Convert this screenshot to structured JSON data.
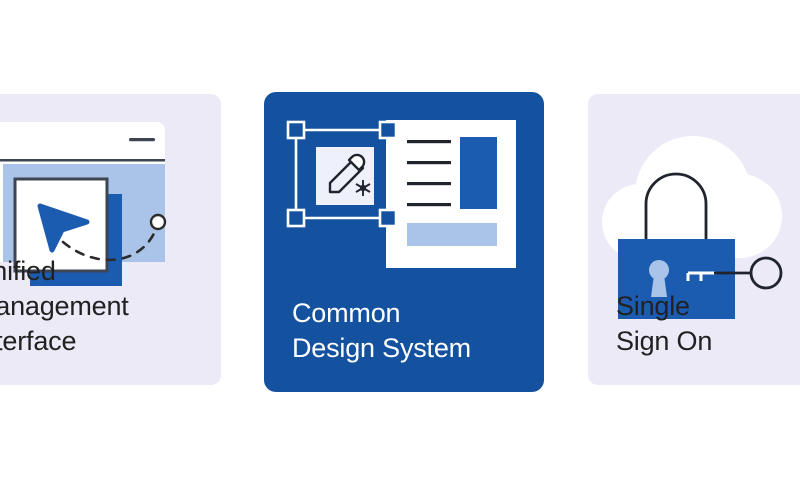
{
  "page": {
    "background_color": "#ffffff",
    "layout": "three feature cards in a horizontal row, side cards clipped at canvas edges"
  },
  "colors": {
    "card_muted_bg": "#eceaf6",
    "card_accent_bg": "#14529f",
    "brand_blue": "#1b5cb0",
    "brand_blue_dark": "#14529f",
    "light_blue": "#a9c4e8",
    "pale_blue": "#e8eefb",
    "text_dark": "#212121",
    "text_on_accent": "#ffffff",
    "outline_dark": "#3d4452"
  },
  "cards": [
    {
      "id": "unified-management-interface",
      "label": "Unified\nManagement\nInterface",
      "variant": "muted",
      "clipped": "left",
      "illustration": {
        "name": "window-drag-cursor-illustration",
        "parts": [
          "browser-window",
          "window-minimize-dash",
          "sidebar-panel",
          "content-panel",
          "dragged-tile",
          "tile-shadow",
          "mouse-cursor",
          "dashed-drag-path",
          "drag-endpoint-dot"
        ]
      }
    },
    {
      "id": "common-design-system",
      "label": "Common\nDesign System",
      "variant": "accent",
      "clipped": "none",
      "illustration": {
        "name": "design-canvas-illustration",
        "parts": [
          "selection-frame",
          "selection-handle-top-left",
          "selection-handle-top-right",
          "selection-handle-bottom-left",
          "selection-handle-bottom-right",
          "pencil-edit-icon",
          "gear-sparkle",
          "document-sheet",
          "text-line",
          "text-line",
          "text-line",
          "text-line",
          "blue-image-block",
          "light-blue-bar"
        ]
      }
    },
    {
      "id": "single-sign-on",
      "label": "Single\nSign On",
      "variant": "muted",
      "clipped": "right",
      "illustration": {
        "name": "cloud-padlock-key-illustration",
        "parts": [
          "cloud-shape",
          "padlock-shackle",
          "padlock-body",
          "keyhole",
          "key-teeth",
          "key-shaft",
          "key-bow"
        ]
      }
    }
  ]
}
